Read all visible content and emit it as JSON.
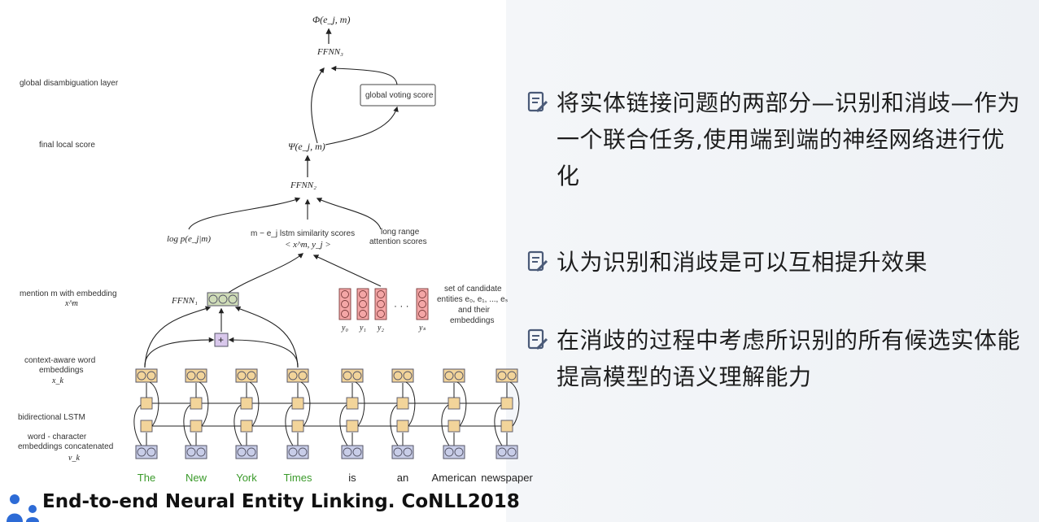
{
  "diagram": {
    "phi": "Φ(e_j, m)",
    "ffnn3": "FFNN₃",
    "global_disambiguation_layer": "global disambiguation layer",
    "global_voting_score": "global voting score",
    "final_local_score": "final local score",
    "psi": "Ψ(e_j, m)",
    "ffnn2": "FFNN₂",
    "log_p": "log p(e_j|m)",
    "lstm_similarity_1": "m − e_j lstm similarity scores",
    "lstm_similarity_2": "< x^m, y_j >",
    "long_range_1": "long range",
    "long_range_2": "attention scores",
    "mention_1": "mention m with embedding",
    "mention_2": "x^m",
    "ffnn1": "FFNN₁",
    "plus": "+",
    "candidates_1": "set of candidate",
    "candidates_2": "entities e₀, e₁, ..., eₛ",
    "candidates_3": "and their",
    "candidates_4": "embeddings",
    "y0": "y₀",
    "y1": "y₁",
    "y2": "y₂",
    "ys": "yₛ",
    "dots": "· · ·",
    "context_1": "context-aware word",
    "context_2": "embeddings",
    "context_3": "x_k",
    "bilstm": "bidirectional LSTM",
    "wordchar_1": "word - character",
    "wordchar_2": "embeddings concatenated",
    "wordchar_3": "v_k",
    "words": [
      {
        "text": "The",
        "color": "#3a9a2a"
      },
      {
        "text": "New",
        "color": "#3a9a2a"
      },
      {
        "text": "York",
        "color": "#3a9a2a"
      },
      {
        "text": "Times",
        "color": "#3a9a2a"
      },
      {
        "text": "is",
        "color": "#222222"
      },
      {
        "text": "an",
        "color": "#222222"
      },
      {
        "text": "American",
        "color": "#222222"
      },
      {
        "text": "newspaper",
        "color": "#222222"
      }
    ]
  },
  "bullets": [
    {
      "text": "将实体链接问题的两部分—识别和消歧—作为一个联合任务,使用端到端的神经网络进行优化"
    },
    {
      "text": "认为识别和消歧是可以互相提升效果"
    },
    {
      "text": "在消歧的过程中考虑所识别的所有候选实体能提高模型的语义理解能力"
    }
  ],
  "citation": "End-to-end Neural Entity Linking. CoNLL2018",
  "colors": {
    "lstm_cell": "#f2d49a",
    "word_embed": "#c8cde8",
    "candidate": "#f4a6a6",
    "ffnn1_box": "#cfdcb8",
    "plus_box": "#d9c8ec",
    "bullet_icon": "#4a5a78"
  }
}
